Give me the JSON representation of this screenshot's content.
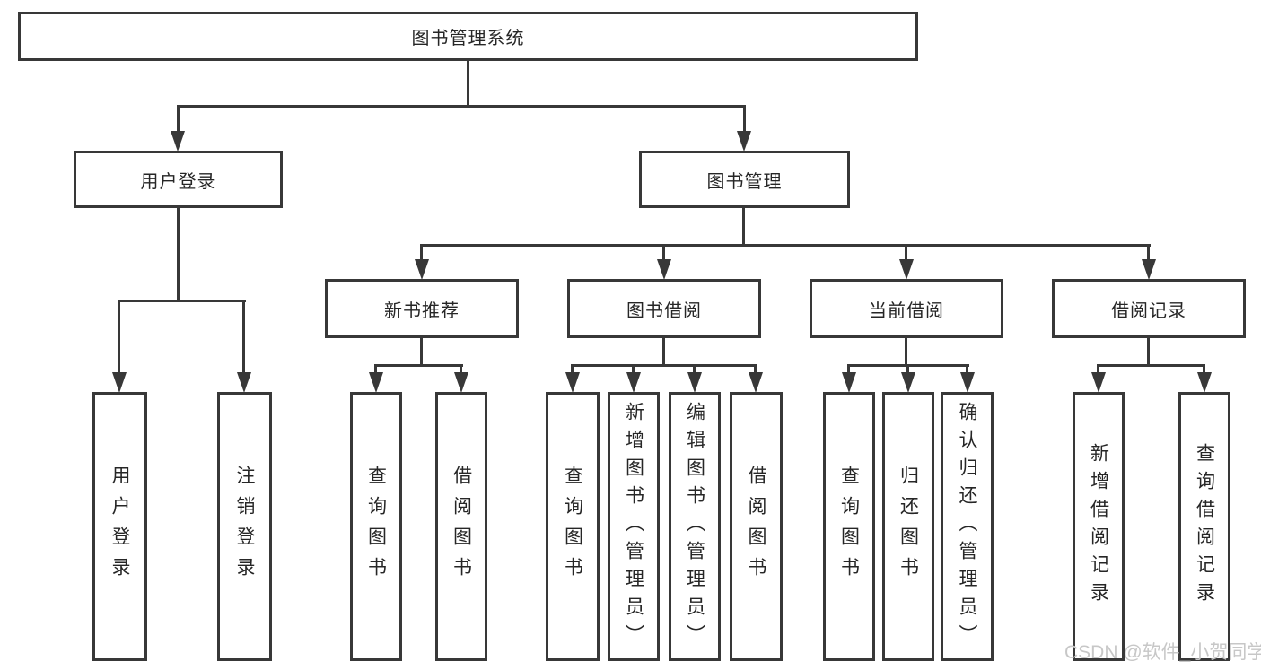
{
  "tree": {
    "root": {
      "label": "图书管理系统"
    },
    "level2": {
      "user_login": {
        "label": "用户登录"
      },
      "book_management": {
        "label": "图书管理"
      }
    },
    "level3": {
      "new_book_recommend": {
        "label": "新书推荐"
      },
      "book_borrow": {
        "label": "图书借阅"
      },
      "current_borrow": {
        "label": "当前借阅"
      },
      "borrow_records": {
        "label": "借阅记录"
      }
    },
    "leaves": {
      "user_login": [
        "用户登录",
        "注销登录"
      ],
      "new_book_recommend": [
        "查询图书",
        "借阅图书"
      ],
      "book_borrow": [
        "查询图书",
        "新增图书（管理员）",
        "编辑图书（管理员）",
        "借阅图书"
      ],
      "current_borrow": [
        "查询图书",
        "归还图书",
        "确认归还（管理员）"
      ],
      "borrow_records": [
        "新增借阅记录",
        "查询借阅记录"
      ]
    }
  },
  "watermark": "CSDN @软件_小贺同学",
  "colors": {
    "line": "#383838",
    "text": "#262626",
    "box_background": "#ffffff",
    "page_background": "#ffffff",
    "watermark": "#c7c7c7"
  }
}
